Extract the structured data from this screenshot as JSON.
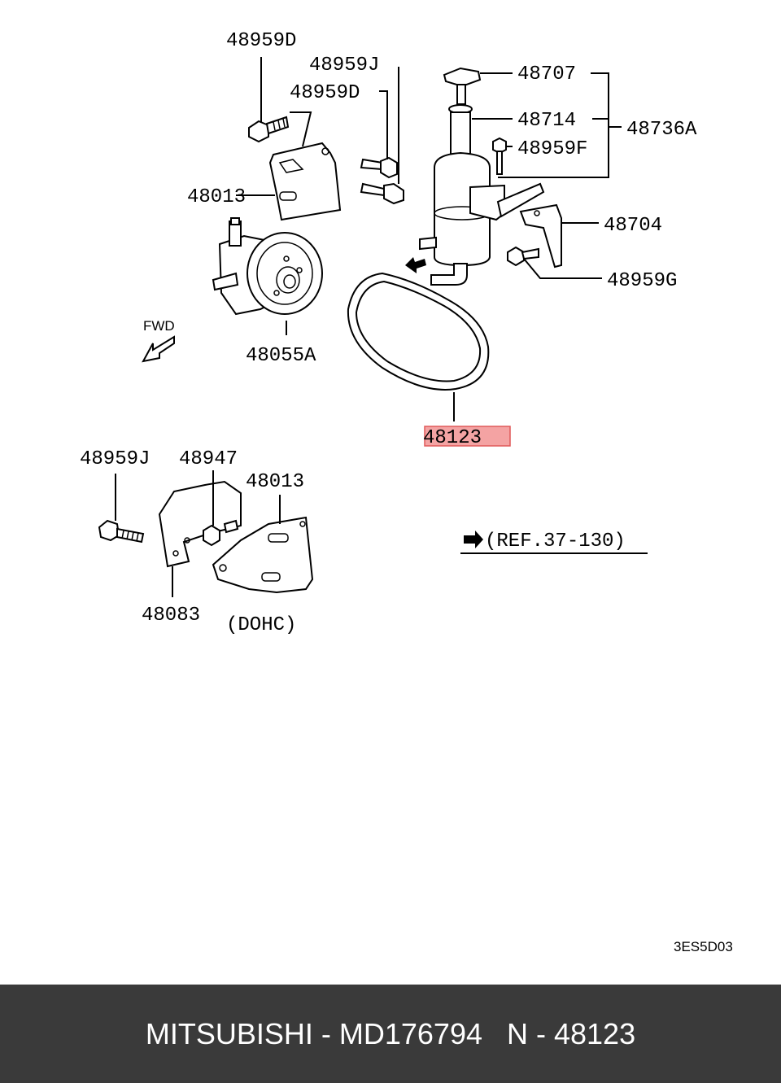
{
  "parts": {
    "p48959D_top": "48959D",
    "p48959J_top": "48959J",
    "p48959D_mid": "48959D",
    "p48707": "48707",
    "p48714": "48714",
    "p48736A": "48736A",
    "p48959F": "48959F",
    "p48013_top": "48013",
    "p48704": "48704",
    "p48959G": "48959G",
    "p48055A": "48055A",
    "p48123": "48123",
    "p48959J_bottom": "48959J",
    "p48947": "48947",
    "p48013_bottom": "48013",
    "p48083": "48083"
  },
  "fwd_label": "FWD",
  "ref_label": "(REF.37-130)",
  "variant_label": "(DOHC)",
  "diagram_code": "3ES5D03",
  "highlight_color": "#f4a3a3",
  "footer": {
    "text": "MITSUBISHI - MD176794   N - 48123"
  }
}
